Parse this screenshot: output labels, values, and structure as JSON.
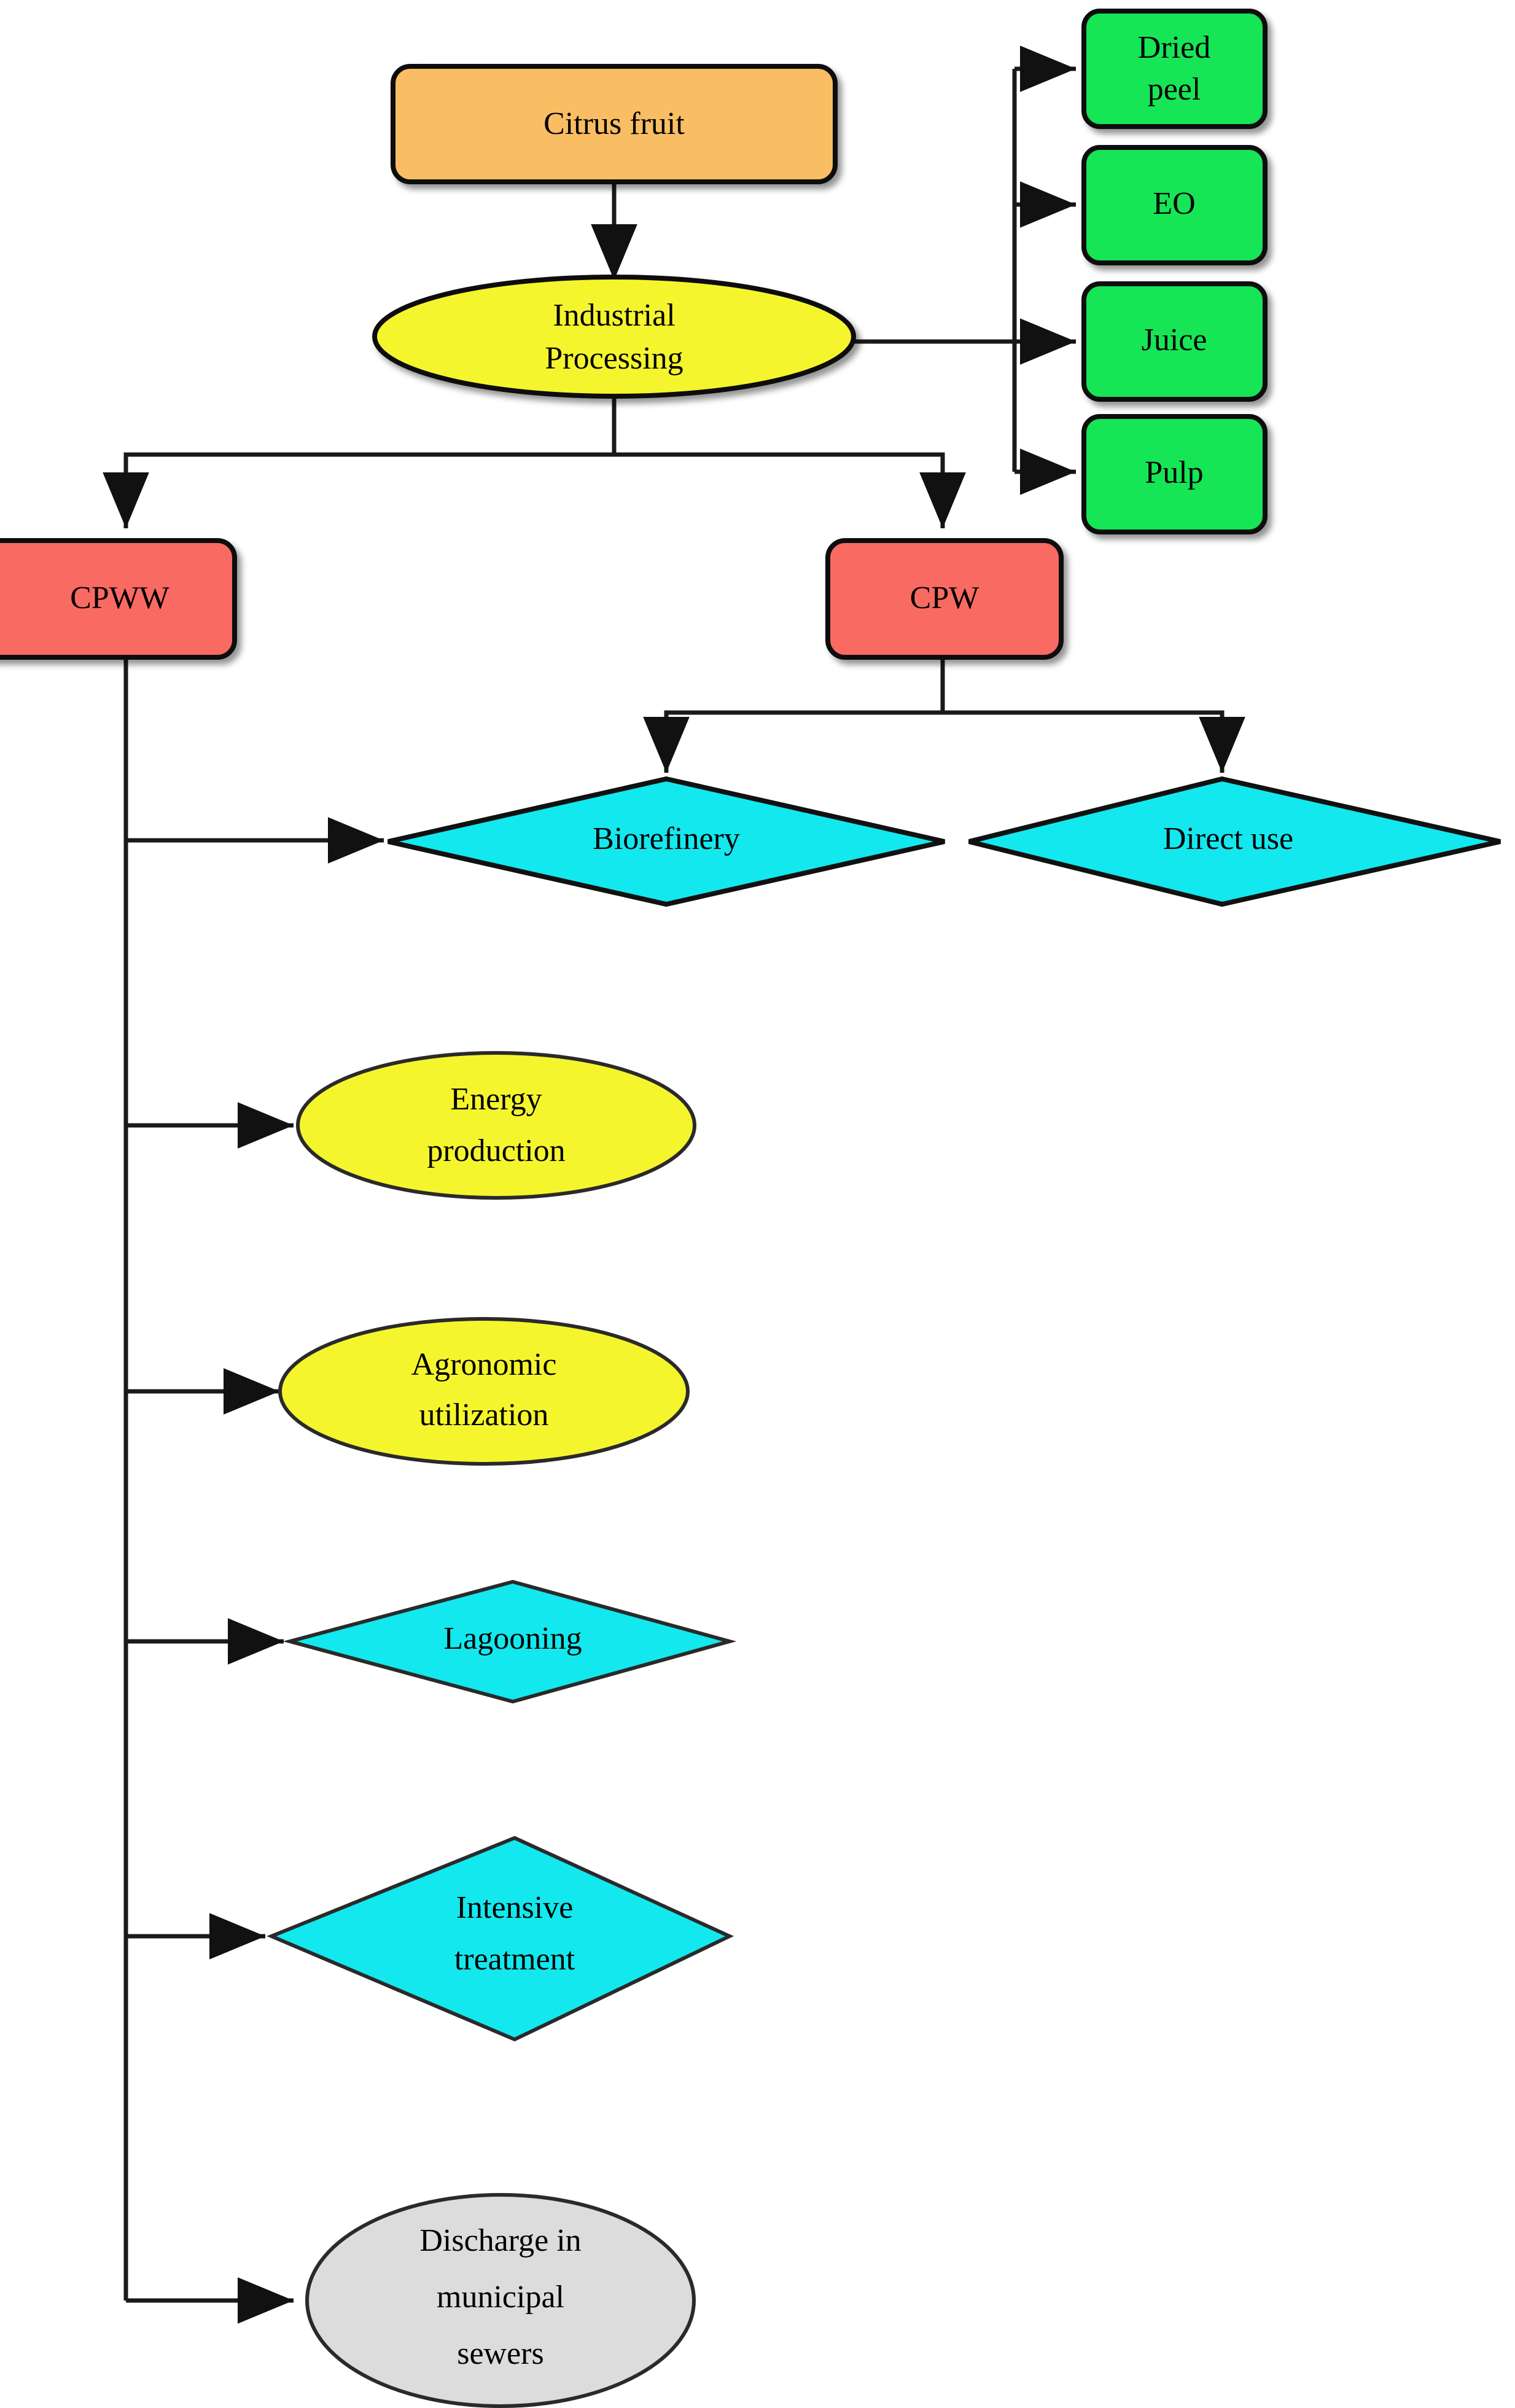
{
  "diagram": {
    "title": "Citrus fruit industrial processing and citrus processing waste valorization flowchart",
    "type": "flowchart",
    "colors": {
      "input_orange": "#F9BE64",
      "process_yellow": "#F5F52E",
      "product_green": "#18E554",
      "waste_red": "#F96B63",
      "option_cyan": "#13E8EE",
      "disposal_gray": "#DCDCDC",
      "outline_black": "#111111",
      "edge_black": "#1A1A1A",
      "background_white": "#FFFFFF"
    },
    "nodes": {
      "citrus_fruit": {
        "label": "Citrus fruit",
        "shape": "rounded-rectangle",
        "fill": "#F9BE64"
      },
      "industrial_processing": {
        "label_line1": "Industrial",
        "label_line2": "Processing",
        "shape": "ellipse",
        "fill": "#F5F52E"
      },
      "dried_peel": {
        "label_line1": "Dried",
        "label_line2": "peel",
        "shape": "rounded-rectangle",
        "fill": "#18E554"
      },
      "eo": {
        "label": "EO",
        "shape": "rounded-rectangle",
        "fill": "#18E554"
      },
      "juice": {
        "label": "Juice",
        "shape": "rounded-rectangle",
        "fill": "#18E554"
      },
      "pulp": {
        "label": "Pulp",
        "shape": "rounded-rectangle",
        "fill": "#18E554"
      },
      "cpww": {
        "label": "CPWW",
        "shape": "rounded-rectangle",
        "fill": "#F96B63"
      },
      "cpw": {
        "label": "CPW",
        "shape": "rounded-rectangle",
        "fill": "#F96B63"
      },
      "biorefinery": {
        "label": "Biorefinery",
        "shape": "diamond",
        "fill": "#13E8EE"
      },
      "direct_use": {
        "label": "Direct use",
        "shape": "diamond",
        "fill": "#13E8EE"
      },
      "energy_production": {
        "label_line1": "Energy",
        "label_line2": "production",
        "shape": "ellipse",
        "fill": "#F5F52E"
      },
      "agronomic_utilization": {
        "label_line1": "Agronomic",
        "label_line2": "utilization",
        "shape": "ellipse",
        "fill": "#F5F52E"
      },
      "lagooning": {
        "label": "Lagooning",
        "shape": "diamond",
        "fill": "#13E8EE"
      },
      "intensive_treatment": {
        "label_line1": "Intensive",
        "label_line2": "treatment",
        "shape": "diamond",
        "fill": "#13E8EE"
      },
      "discharge_sewers": {
        "label_line1": "Discharge in",
        "label_line2": "municipal",
        "label_line3": "sewers",
        "shape": "ellipse",
        "fill": "#DCDCDC"
      }
    },
    "edges": [
      {
        "from": "citrus_fruit",
        "to": "industrial_processing"
      },
      {
        "from": "industrial_processing",
        "to": "dried_peel"
      },
      {
        "from": "industrial_processing",
        "to": "eo"
      },
      {
        "from": "industrial_processing",
        "to": "juice"
      },
      {
        "from": "industrial_processing",
        "to": "pulp"
      },
      {
        "from": "industrial_processing",
        "to": "cpww"
      },
      {
        "from": "industrial_processing",
        "to": "cpw"
      },
      {
        "from": "cpw",
        "to": "biorefinery"
      },
      {
        "from": "cpw",
        "to": "direct_use"
      },
      {
        "from": "cpww",
        "to": "biorefinery"
      },
      {
        "from": "cpww",
        "to": "energy_production"
      },
      {
        "from": "cpww",
        "to": "agronomic_utilization"
      },
      {
        "from": "cpww",
        "to": "lagooning"
      },
      {
        "from": "cpww",
        "to": "intensive_treatment"
      },
      {
        "from": "cpww",
        "to": "discharge_sewers"
      }
    ]
  }
}
